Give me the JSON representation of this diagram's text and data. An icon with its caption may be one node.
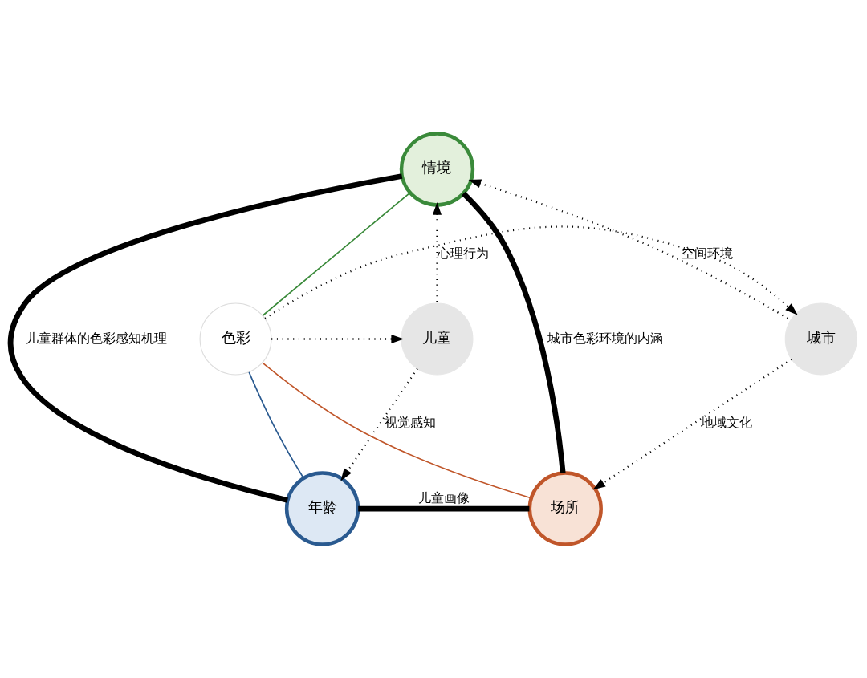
{
  "diagram": {
    "nodes": [
      {
        "text": [
          "情境"
        ]
      },
      {
        "text": [
          "儿童"
        ]
      },
      {
        "text": [
          "色彩"
        ]
      },
      {
        "text": [
          "城市"
        ]
      },
      {
        "text": [
          "年龄"
        ]
      },
      {
        "text": [
          "场所"
        ]
      }
    ],
    "edges": [
      {
        "from": 1,
        "to": 0,
        "arrow": "to",
        "label": "心理行为",
        "style": "dashed"
      },
      {
        "from": 3,
        "to": 0,
        "arrow": "to",
        "label": "空间环境",
        "style": "dashed"
      },
      {
        "from": 2,
        "to": 1,
        "arrow": "to",
        "style": "dashed"
      },
      {
        "from": 2,
        "to": 3,
        "arrow": "to",
        "style": "dashed"
      },
      {
        "from": 1,
        "to": 4,
        "arrow": "to",
        "label": "视觉感知",
        "style": "dashed"
      },
      {
        "from": 3,
        "to": 5,
        "arrow": "to",
        "label": "地域文化",
        "style": "dashed"
      },
      {
        "from": 0,
        "to": 4,
        "arrow": "none",
        "label": "儿童群体的色彩感知机理",
        "style": "thick"
      },
      {
        "from": 0,
        "to": 5,
        "arrow": "none",
        "label": "城市色彩环境的内涵",
        "style": "thick"
      },
      {
        "from": 4,
        "to": 5,
        "arrow": "none",
        "label": "儿童画像",
        "style": "thick"
      },
      {
        "from": 2,
        "to": 0,
        "arrow": "none",
        "color": "#3a8a3a"
      },
      {
        "from": 2,
        "to": 4,
        "arrow": "none",
        "color": "#2a5a90"
      },
      {
        "from": 2,
        "to": 5,
        "arrow": "none",
        "color": "#c0562a"
      }
    ]
  }
}
